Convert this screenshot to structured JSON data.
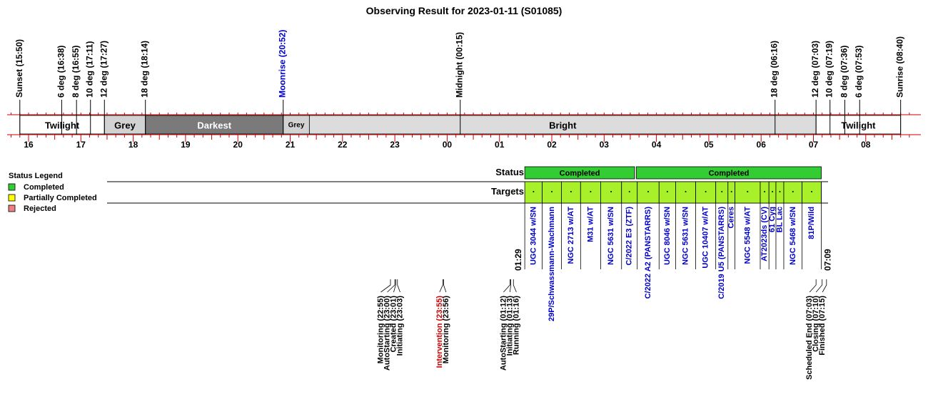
{
  "title": "Observing Result for 2023-01-11 (S01085)",
  "colors": {
    "axis_red": "#cc0000",
    "moon_blue": "#0000cc",
    "twilight": "#ffffff",
    "grey": "#d2d2d2",
    "darkest": "#7a7a7a",
    "bright": "#dcdcdc",
    "completed": "#33cc33",
    "target_fill": "#a8f02a",
    "partially": "#ffff00",
    "rejected": "#f08080",
    "link_blue": "#0000cc",
    "alert_red": "#cc0000"
  },
  "chart_data": {
    "type": "timeline",
    "x_unit": "hour",
    "x_range": [
      "15:30",
      "08:55"
    ],
    "hour_labels": [
      "16",
      "17",
      "18",
      "19",
      "20",
      "21",
      "22",
      "23",
      "00",
      "01",
      "02",
      "03",
      "04",
      "05",
      "06",
      "07",
      "08"
    ],
    "events": [
      {
        "label": "Sunset (15:50)",
        "time": "15:50",
        "color": "black"
      },
      {
        "label": "6 deg (16:38)",
        "time": "16:38",
        "color": "black"
      },
      {
        "label": "8 deg (16:55)",
        "time": "16:55",
        "color": "black"
      },
      {
        "label": "10 deg (17:11)",
        "time": "17:11",
        "color": "black"
      },
      {
        "label": "12 deg (17:27)",
        "time": "17:27",
        "color": "black"
      },
      {
        "label": "18 deg (18:14)",
        "time": "18:14",
        "color": "black"
      },
      {
        "label": "Moonrise (20:52)",
        "time": "20:52",
        "color": "blue"
      },
      {
        "label": "Midnight (00:15)",
        "time": "00:15",
        "color": "black"
      },
      {
        "label": "18 deg (06:16)",
        "time": "06:16",
        "color": "black"
      },
      {
        "label": "12 deg (07:03)",
        "time": "07:03",
        "color": "black"
      },
      {
        "label": "10 deg (07:19)",
        "time": "07:19",
        "color": "black"
      },
      {
        "label": "8 deg (07:36)",
        "time": "07:36",
        "color": "black"
      },
      {
        "label": "6 deg (07:53)",
        "time": "07:53",
        "color": "black"
      },
      {
        "label": "Sunrise (08:40)",
        "time": "08:40",
        "color": "black"
      }
    ],
    "sky_segments": [
      {
        "label": "Twilight",
        "start": "15:50",
        "end": "17:27",
        "shade": "twilight",
        "size": "big"
      },
      {
        "label": "Grey",
        "start": "17:27",
        "end": "18:14",
        "shade": "grey",
        "size": "big"
      },
      {
        "label": "Darkest",
        "start": "18:14",
        "end": "20:52",
        "shade": "darkest",
        "size": "big"
      },
      {
        "label": "Grey",
        "start": "20:52",
        "end": "21:22",
        "shade": "grey",
        "size": "small"
      },
      {
        "label": "Bright",
        "start": "21:22",
        "end": "07:03",
        "shade": "bright",
        "size": "big"
      },
      {
        "label": "Twilight",
        "start": "07:03",
        "end": "08:40",
        "shade": "twilight",
        "size": "big"
      }
    ],
    "status_label": "Status",
    "status_segments": [
      {
        "label": "Completed",
        "start": "01:29",
        "end": "03:35"
      },
      {
        "label": "Completed",
        "start": "03:37",
        "end": "07:09"
      }
    ],
    "targets_label": "Targets",
    "targets": [
      {
        "name": "UGC 3044 w/SN",
        "start": "01:29",
        "end": "01:49"
      },
      {
        "name": "29P/Schwassmann-Wachmann",
        "start": "01:49",
        "end": "02:11"
      },
      {
        "name": "NGC 2713 w/AT",
        "start": "02:11",
        "end": "02:33"
      },
      {
        "name": "M31  w/AT",
        "start": "02:33",
        "end": "02:56"
      },
      {
        "name": "NGC 5631 w/SN",
        "start": "02:56",
        "end": "03:20"
      },
      {
        "name": "C/2022 E3 (ZTF)",
        "start": "03:20",
        "end": "03:38"
      },
      {
        "name": "C/2022 A2 (PANSTARRS)",
        "start": "03:38",
        "end": "04:03"
      },
      {
        "name": "UGC 8046 w/SN",
        "start": "04:03",
        "end": "04:22"
      },
      {
        "name": "NGC 5631 w/SN",
        "start": "04:22",
        "end": "04:45"
      },
      {
        "name": "UGC 10407 w/AT",
        "start": "04:45",
        "end": "05:08"
      },
      {
        "name": "C/2019 U5 (PANSTARRS)",
        "start": "05:08",
        "end": "05:22"
      },
      {
        "name": "Ceres",
        "start": "05:22",
        "end": "05:30"
      },
      {
        "name": "NGC 5548 w/AT",
        "start": "05:30",
        "end": "05:59"
      },
      {
        "name": "AT2023ds (CV)",
        "start": "05:59",
        "end": "06:09"
      },
      {
        "name": "61 Cyg",
        "start": "06:09",
        "end": "06:17"
      },
      {
        "name": "BL Lac",
        "start": "06:17",
        "end": "06:26"
      },
      {
        "name": "NGC 5468 w/SN",
        "start": "06:26",
        "end": "06:47"
      },
      {
        "name": "81P/Wild",
        "start": "06:47",
        "end": "07:09"
      }
    ],
    "start_time_label": "01:29",
    "end_time_label": "07:09",
    "log_events": [
      {
        "label": "Monitoring (22:55)",
        "time": "22:55",
        "color": "black"
      },
      {
        "label": "AutoStarting (23:00)",
        "time": "23:00",
        "color": "black"
      },
      {
        "label": "Created (23:01)",
        "time": "23:01",
        "color": "black"
      },
      {
        "label": "Initiating (23:03)",
        "time": "23:03",
        "color": "black"
      },
      {
        "label": "Intervention (23:55)",
        "time": "23:55",
        "color": "red"
      },
      {
        "label": "Monitoring (23:56)",
        "time": "23:56",
        "color": "black"
      },
      {
        "label": "AutoStarting (01:12)",
        "time": "01:12",
        "color": "black"
      },
      {
        "label": "Initiating (01:13)",
        "time": "01:13",
        "color": "black"
      },
      {
        "label": "Running (01:16)",
        "time": "01:16",
        "color": "black"
      },
      {
        "label": "Scheduled End (07:03)",
        "time": "07:03",
        "color": "black"
      },
      {
        "label": "Closing (07:10)",
        "time": "07:10",
        "color": "black"
      },
      {
        "label": "Finished (07:15)",
        "time": "07:15",
        "color": "black"
      }
    ]
  },
  "legend": {
    "title": "Status Legend",
    "items": [
      {
        "label": "Completed",
        "color": "#33cc33"
      },
      {
        "label": "Partially Completed",
        "color": "#ffff00"
      },
      {
        "label": "Rejected",
        "color": "#f08080"
      }
    ]
  }
}
